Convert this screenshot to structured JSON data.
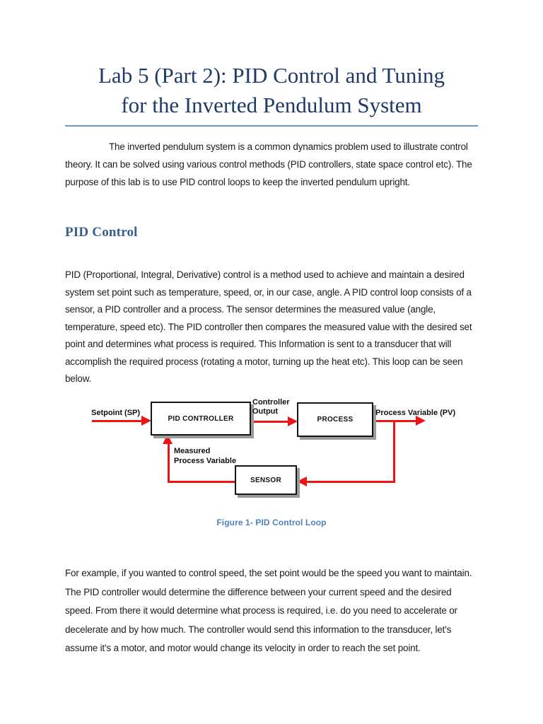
{
  "document": {
    "title": {
      "line1": "Lab 5 (Part 2): PID Control and Tuning",
      "line2": "for the Inverted Pendulum System"
    },
    "intro_paragraph": {
      "lines": [
        "The inverted pendulum system is a common dynamics problem used to illustrate control theory.",
        "It can be solved using various control methods (PID controllers, state space control etc). The purpose of",
        "this lab is to use PID control loops to keep the inverted pendulum upright."
      ]
    },
    "pid_section": {
      "heading": "PID Control",
      "body_lines": [
        "PID (Proportional, Integral, Derivative) control is a method used to achieve and maintain a desired",
        "system set point such as temperature, speed, or, in our case, angle. A PID control loop consists of a",
        "sensor, a PID controller and a process. The sensor determines the measured value (angle, temperature,",
        "speed etc). The PID controller then compares the measured value with the desired set point and",
        "determines what process is required. This Information is sent to a transducer that will accomplish the",
        "required process (rotating a motor, turning up the heat etc). This loop can be seen below."
      ]
    },
    "figure": {
      "caption": "Figure 1- PID Control Loop",
      "boxes": {
        "controller": "PID CONTROLLER",
        "process": "PROCESS",
        "sensor": "SENSOR"
      },
      "labels": {
        "setpoint": "Setpoint (SP)",
        "controller_output": [
          "Controller",
          "Output"
        ],
        "process_variable": "Process Variable (PV)",
        "measured_pv": [
          "Measured",
          "Process Variable"
        ]
      }
    },
    "example_paragraph": {
      "lines": [
        "For example, if you wanted to control speed, the set point would be the speed you want to maintain.",
        "The PID controller would determine the difference between your current speed and the desired speed.",
        "From there it would determine what process is required, i.e. do you need to accelerate or decelerate",
        "and by how much. The controller would send this information to the transducer, let's assume it's a",
        "motor, and motor would change its velocity in order to reach the set point."
      ]
    }
  },
  "colors": {
    "title": "#1e3a68",
    "heading": "#365f91",
    "caption": "#4f81bd",
    "rule": "#6d97cb",
    "body_text": "#1c1c1c",
    "arrow": "#ec1414",
    "box_border": "#141414",
    "box_shadow": "#9a9a9a"
  }
}
